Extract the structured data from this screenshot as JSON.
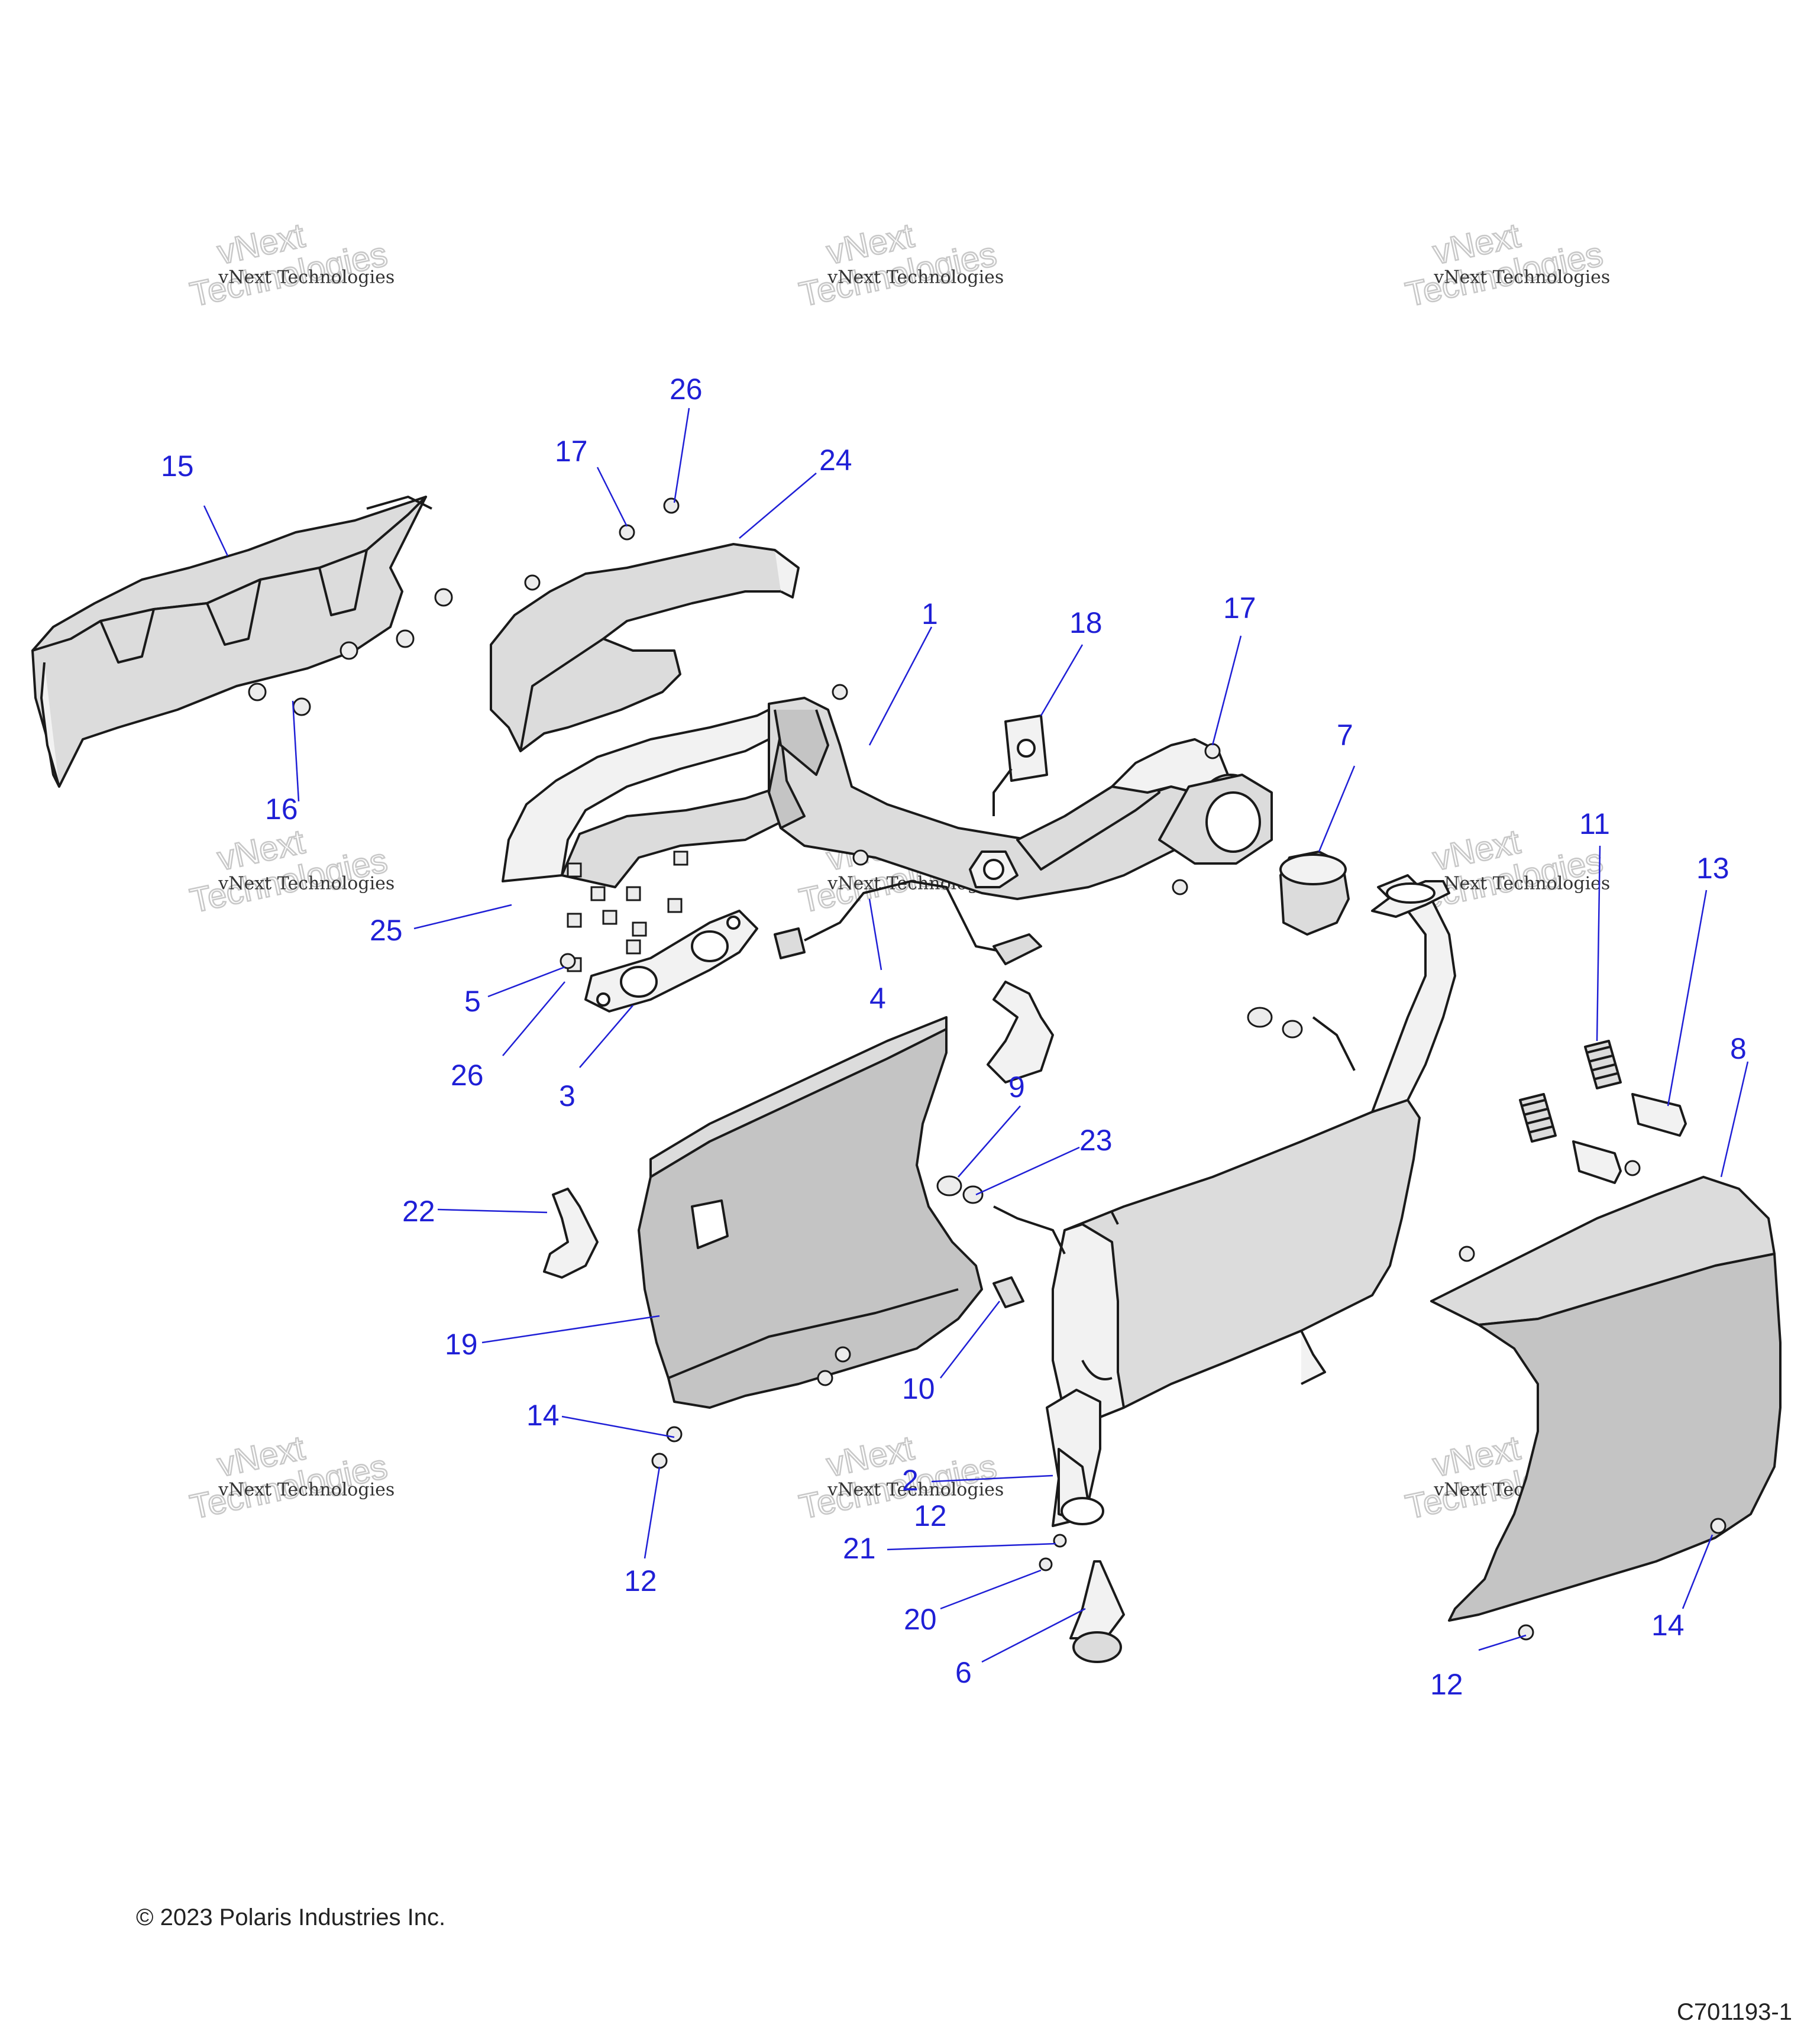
{
  "watermark": {
    "line1": "vNext Technologies",
    "line2a": "vNext",
    "line2b": "Technologies"
  },
  "callouts": [
    "1",
    "2",
    "3",
    "4",
    "5",
    "6",
    "7",
    "8",
    "9",
    "10",
    "11",
    "12",
    "12",
    "12",
    "13",
    "14",
    "14",
    "15",
    "16",
    "17",
    "17",
    "18",
    "19",
    "20",
    "21",
    "22",
    "23",
    "24",
    "25",
    "26",
    "26"
  ],
  "copyright": "© 2023 Polaris Industries Inc.",
  "figure_id": "C701193-1",
  "colors": {
    "callout": "#1f1fd6",
    "line_art": "#1a1a1a",
    "shading": "#dcdcdc"
  }
}
